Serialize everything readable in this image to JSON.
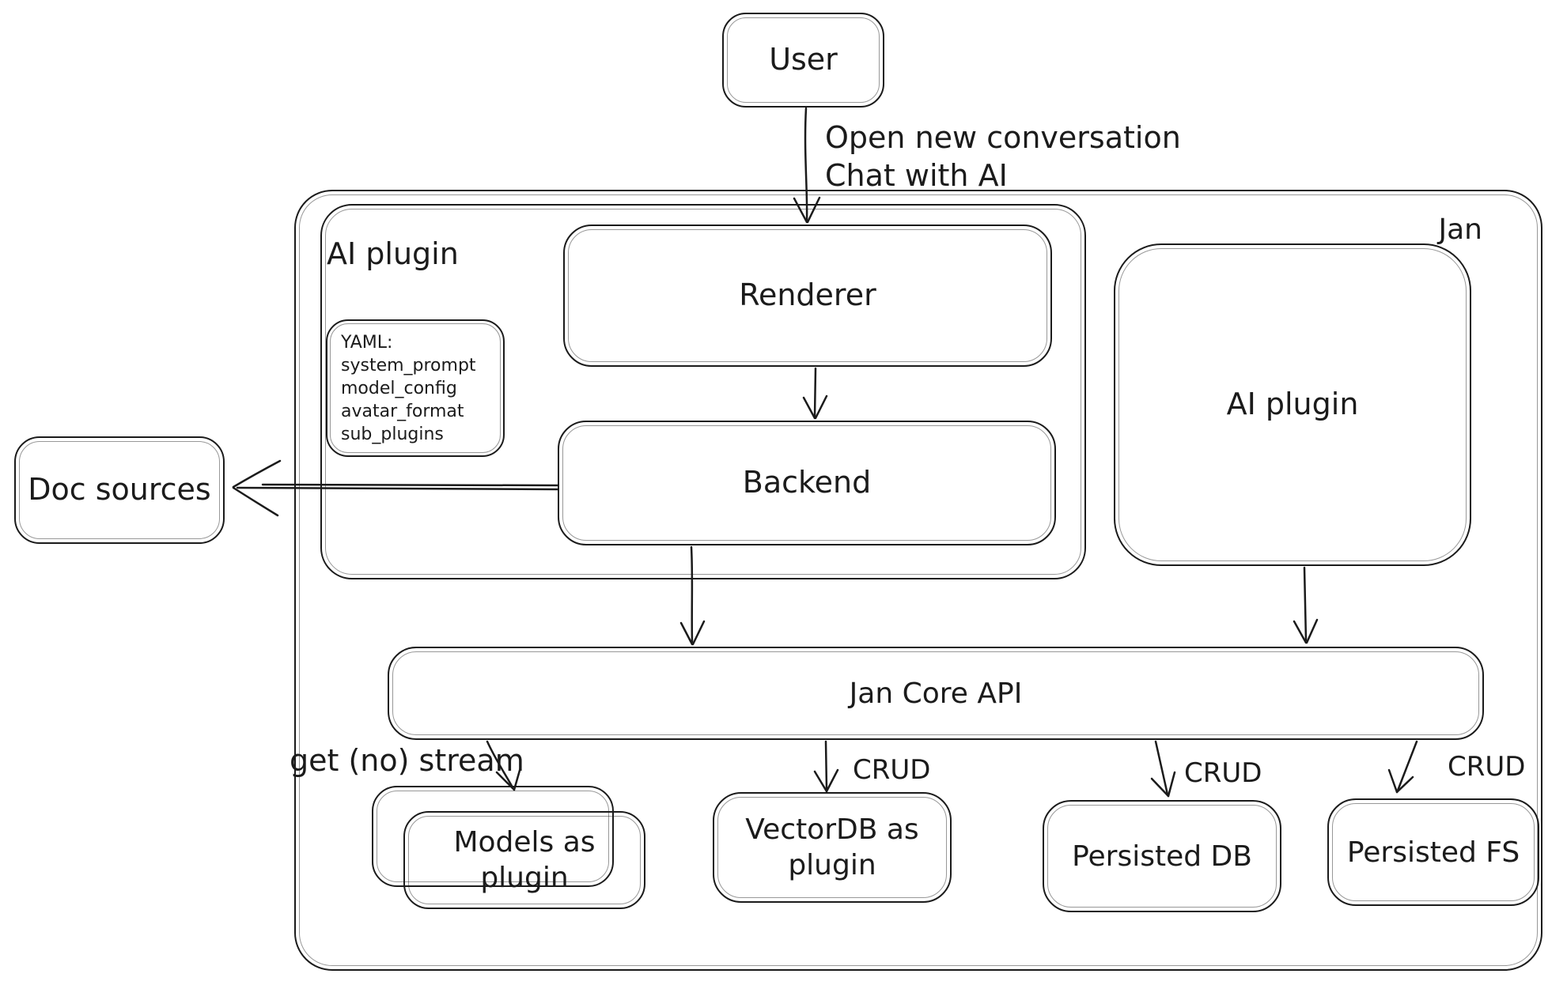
{
  "colors": {
    "stroke": "#1b1b1b",
    "background": "#ffffff"
  },
  "nodes": {
    "user": {
      "label": "User"
    },
    "jan_container": {
      "label": "Jan"
    },
    "ai_plugin_container": {
      "label": "AI plugin"
    },
    "renderer": {
      "label": "Renderer"
    },
    "yaml_note": {
      "lines": [
        "YAML:",
        "system_prompt",
        "model_config",
        "avatar_format",
        "sub_plugins"
      ]
    },
    "backend": {
      "label": "Backend"
    },
    "doc_sources": {
      "label": "Doc sources"
    },
    "ai_plugin_box": {
      "label": "AI plugin"
    },
    "jan_core_api": {
      "label": "Jan Core API"
    },
    "models_as_plugin": {
      "label": "Models as plugin"
    },
    "vectordb_as_plugin": {
      "label": "VectorDB as plugin"
    },
    "persisted_db": {
      "label": "Persisted DB"
    },
    "persisted_fs": {
      "label": "Persisted FS"
    }
  },
  "edges": {
    "user_to_renderer": {
      "labels": [
        "Open new conversation",
        "Chat with AI"
      ]
    },
    "core_to_models": {
      "label": "get (no) stream"
    },
    "core_to_vectordb": {
      "label": "CRUD"
    },
    "core_to_persisted_db": {
      "label": "CRUD"
    },
    "core_to_persisted_fs": {
      "label": "CRUD"
    }
  }
}
